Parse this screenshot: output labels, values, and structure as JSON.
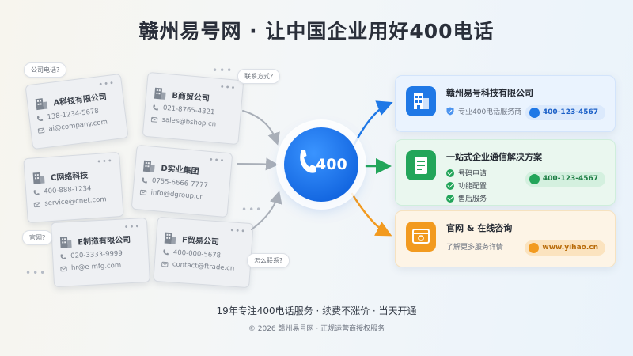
{
  "title": "赣州易号网 · 让中国企业用好400电话",
  "companies": [
    {
      "name": "A科技有限公司",
      "phone": "138-1234-5678",
      "contact": "ai@company.com"
    },
    {
      "name": "B商贸公司",
      "phone": "021-8765-4321",
      "contact": "sales@bshop.cn"
    },
    {
      "name": "C网络科技",
      "phone": "400-888-1234",
      "contact": "service@cnet.com"
    },
    {
      "name": "D实业集团",
      "phone": "0755-6666-7777",
      "contact": "info@dgroup.cn"
    },
    {
      "name": "E制造有限公司",
      "phone": "020-3333-9999",
      "contact": "hr@e-mfg.com"
    },
    {
      "name": "F贸易公司",
      "phone": "400-000-5678",
      "contact": "contact@ftrade.cn"
    }
  ],
  "bubbles": {
    "q1": "公司电话?",
    "q2": "联系方式?",
    "q3": "官网?",
    "q4": "怎么联系?"
  },
  "hub_label": "400",
  "panels": {
    "company": {
      "title": "赣州易号科技有限公司",
      "subtitle": "专业400电话服务商",
      "phone": "400-123-4567"
    },
    "solution": {
      "title": "一站式企业通信解决方案",
      "features": [
        "号码申请",
        "功能配置",
        "售后服务"
      ],
      "phone": "400-123-4567"
    },
    "web": {
      "title": "官网 & 在线咨询",
      "subtitle": "了解更多服务详情",
      "url": "www.yihao.cn"
    }
  },
  "footer": {
    "slogan": "19年专注400电话服务 · 续费不涨价 · 当天开通",
    "copyright": "© 2026 赣州易号网 · 正规运营商授权服务"
  },
  "colors": {
    "brand_blue": "#1a73e8",
    "green": "#23a55a",
    "orange": "#f29a1f"
  }
}
